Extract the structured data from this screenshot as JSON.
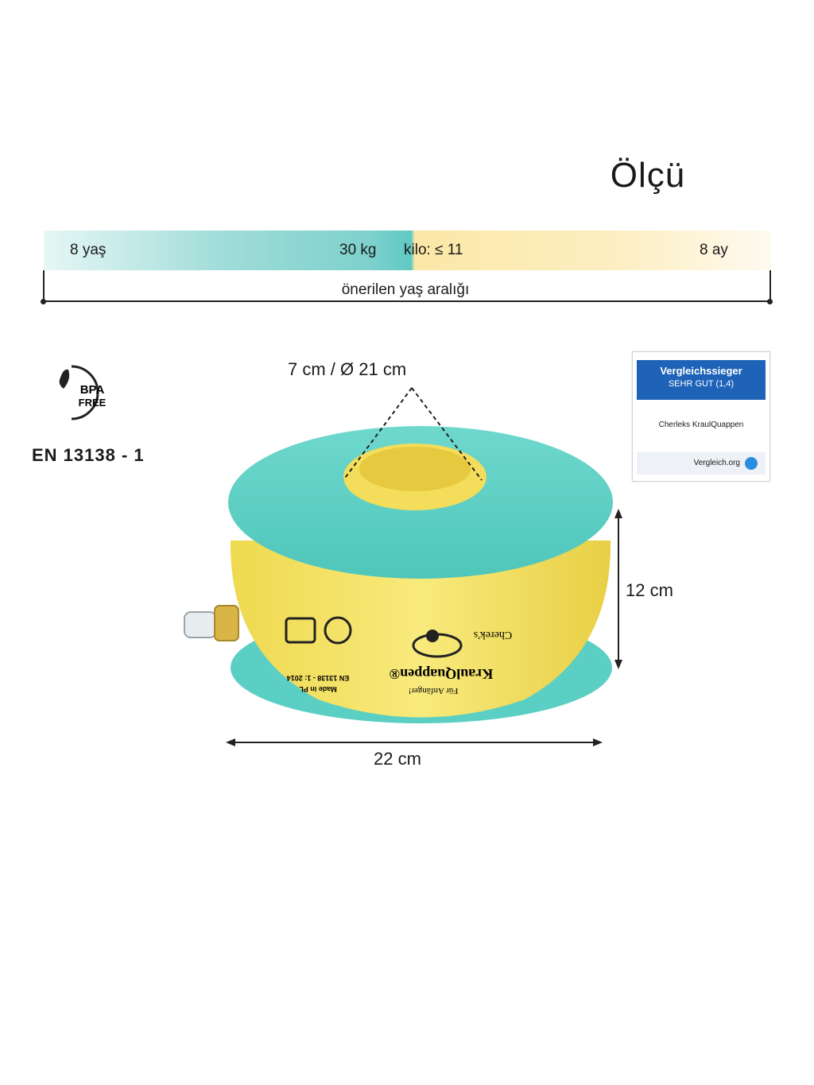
{
  "title": "Ölçü",
  "range": {
    "age_max": "8 yaş",
    "weight_max": "30 kg",
    "weight_min": "kilo: ≤ 11",
    "age_min": "8 ay",
    "caption": "önerilen yaş aralığı"
  },
  "badges": {
    "bpa_line1": "BPA",
    "bpa_line2": "FREE",
    "standard": "EN 13138 - 1"
  },
  "certificate": {
    "heading": "Vergleichssieger",
    "rating": "SEHR GUT (1,4)",
    "product": "Cherleks KraulQuappen",
    "site": "Vergleich.org"
  },
  "dimensions": {
    "top_opening": "7 cm / Ø 21 cm",
    "height": "12 cm",
    "width": "22 cm"
  },
  "product": {
    "brand_line1": "Cherek's",
    "brand_line2": "KraulQuappen®",
    "brand_line3": "Für Anfänger!",
    "spec_line1": "EN 13138 - 1: 2014",
    "spec_line2": "Made in PL",
    "colors": {
      "teal": "#5fd3c8",
      "yellow": "#f7e46a"
    }
  }
}
